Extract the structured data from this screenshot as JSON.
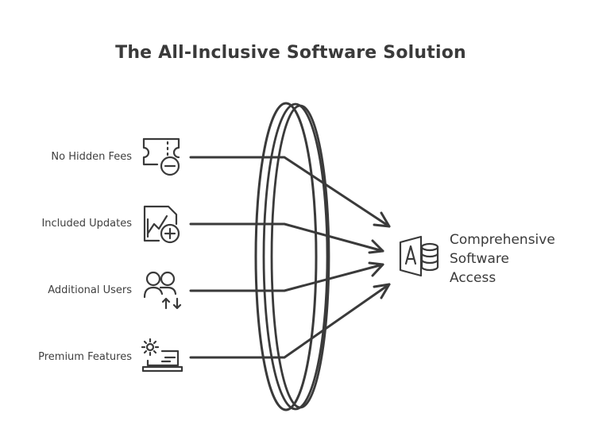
{
  "title": "The All-Inclusive Software Solution",
  "inputs": [
    {
      "label": "No Hidden Fees",
      "icon": "ticket-minus-icon"
    },
    {
      "label": "Included Updates",
      "icon": "chart-add-icon"
    },
    {
      "label": "Additional Users",
      "icon": "users-transfer-icon"
    },
    {
      "label": "Premium Features",
      "icon": "laptop-gear-icon"
    }
  ],
  "output": {
    "lines": [
      "Comprehensive",
      "Software",
      "Access"
    ],
    "icon": "access-database-icon"
  },
  "lens_icon": "lens-disc-icon",
  "colors": {
    "stroke": "#3a3a3a",
    "background": "#ffffff"
  }
}
